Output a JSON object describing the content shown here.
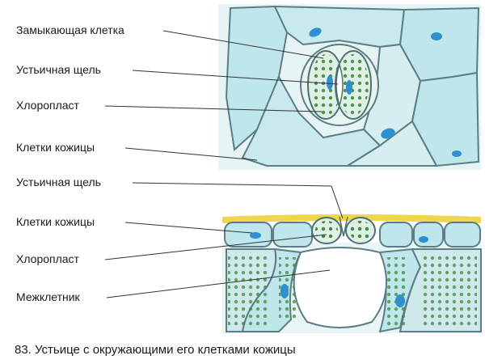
{
  "labels": {
    "guard_cell": "Замыкающая клетка",
    "stomatal_pore_top": "Устьичная щель",
    "chloroplast_top": "Хлоропласт",
    "epidermal_cells_top": "Клетки кожицы",
    "stomatal_pore_bottom": "Устьичная щель",
    "epidermal_cells_bottom": "Клетки кожицы",
    "chloroplast_bottom": "Хлоропласт",
    "intercellular_space": "Межклетник"
  },
  "caption": "83. Устьице с окружающими его клетками кожицы",
  "colors": {
    "cell_fill": "#bfe6ea",
    "cell_wall": "#5a7d86",
    "nucleus": "#2f8fcf",
    "chloroplast": "#3f8a3a",
    "cuticle": "#f0d64a",
    "guard_cell_fill": "#dff0e6"
  }
}
